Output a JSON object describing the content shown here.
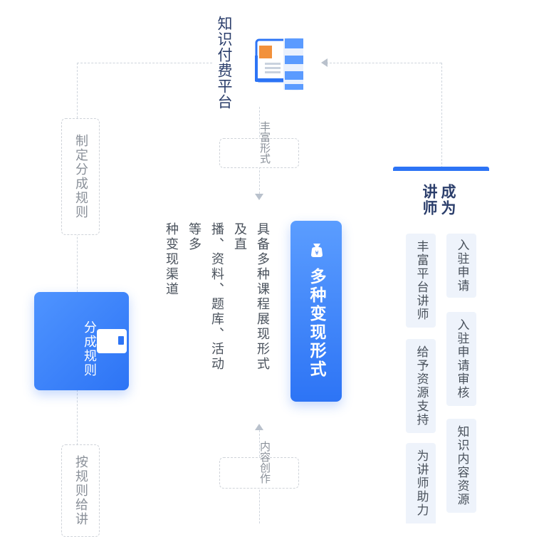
{
  "platform": {
    "title": "知识付费平台"
  },
  "left": {
    "rule_label": "制定分成规则",
    "card_title": "分成规则",
    "bottom_label": "按规则给讲"
  },
  "middle": {
    "top_label": "丰富形式",
    "card_title": "多种变现形式",
    "description_lines": [
      "具备多种课程展现形式及直",
      "播、资料、题库、活动等多",
      "种变现渠道"
    ],
    "bottom_label": "内容创作"
  },
  "right": {
    "title": "成为讲师",
    "tags_col1": [
      "入驻申请",
      "入驻申请审核",
      "知识内容资源"
    ],
    "tags_col2": [
      "丰富平台讲师",
      "给予资源支持",
      "为讲师助力"
    ]
  },
  "colors": {
    "accent": "#2d74f5",
    "title_text": "#2b3e6b",
    "tag_bg": "#eef3fb"
  }
}
